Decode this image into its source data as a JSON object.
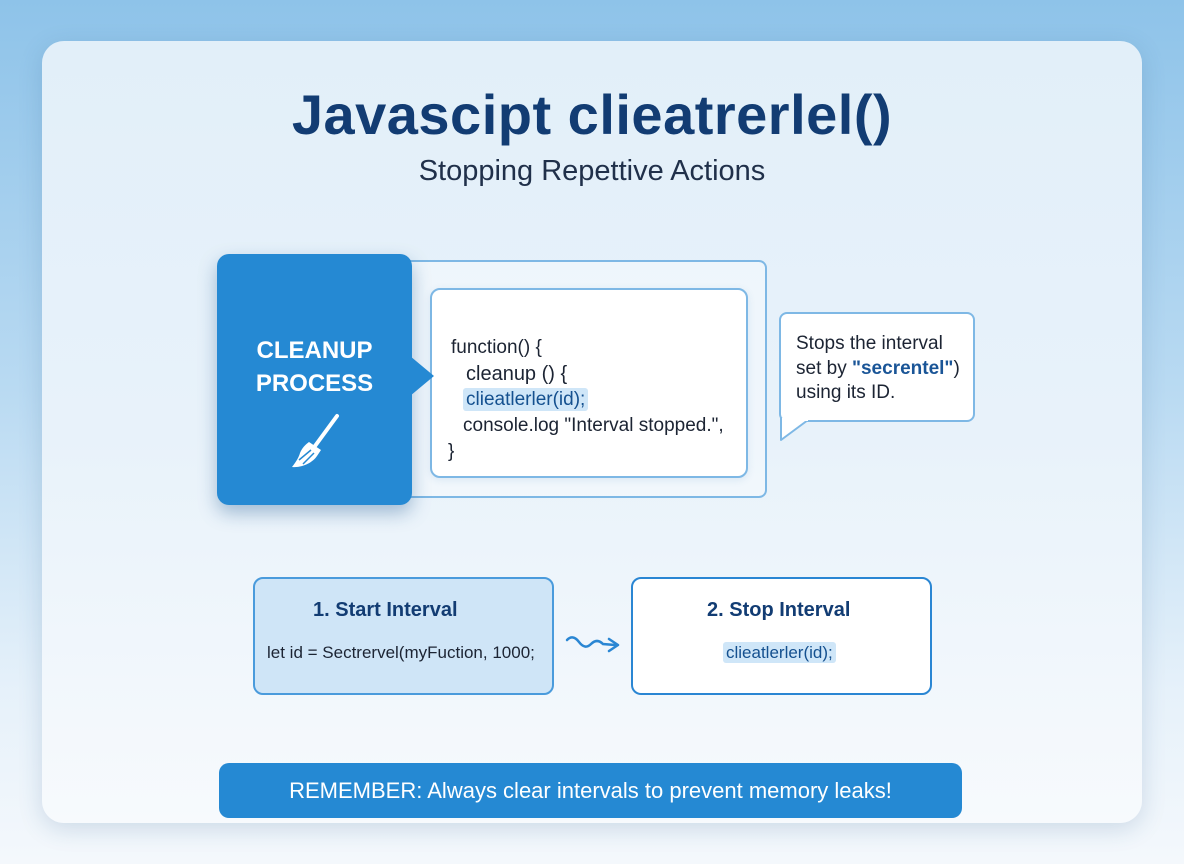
{
  "header": {
    "title": "Javascipt clieatrerlel()",
    "subtitle": "Stopping Repettive Actions"
  },
  "cleanup": {
    "label_line1": "CLEANUP",
    "label_line2": "PROCESS",
    "icon": "broom-icon"
  },
  "code": {
    "line1": "function() {",
    "line2": "cleanup  () {",
    "line3": "clieatlerler(id);",
    "line4": "console.log \"Interval stopped.\",",
    "line5": "}"
  },
  "bubble": {
    "line1": "Stops the interval",
    "line2_prefix": "set by ",
    "line2_strong": "\"secrentel\"",
    "line2_suffix": ")",
    "line3": "using its ID."
  },
  "steps": {
    "step1_title": "1. Start Interval",
    "step1_code": "let id = Sectrervel(myFuction, 1000;",
    "step2_title": "2. Stop Interval",
    "step2_code": "clieatlerler(id);",
    "arrow_icon": "wavy-arrow-icon"
  },
  "banner": {
    "text": "REMEMBER: Always clear intervals to prevent memory leaks!"
  },
  "colors": {
    "primary": "#2589d3",
    "title": "#123c73",
    "border": "#7eb8e5",
    "highlight": "#cfe6f8"
  }
}
